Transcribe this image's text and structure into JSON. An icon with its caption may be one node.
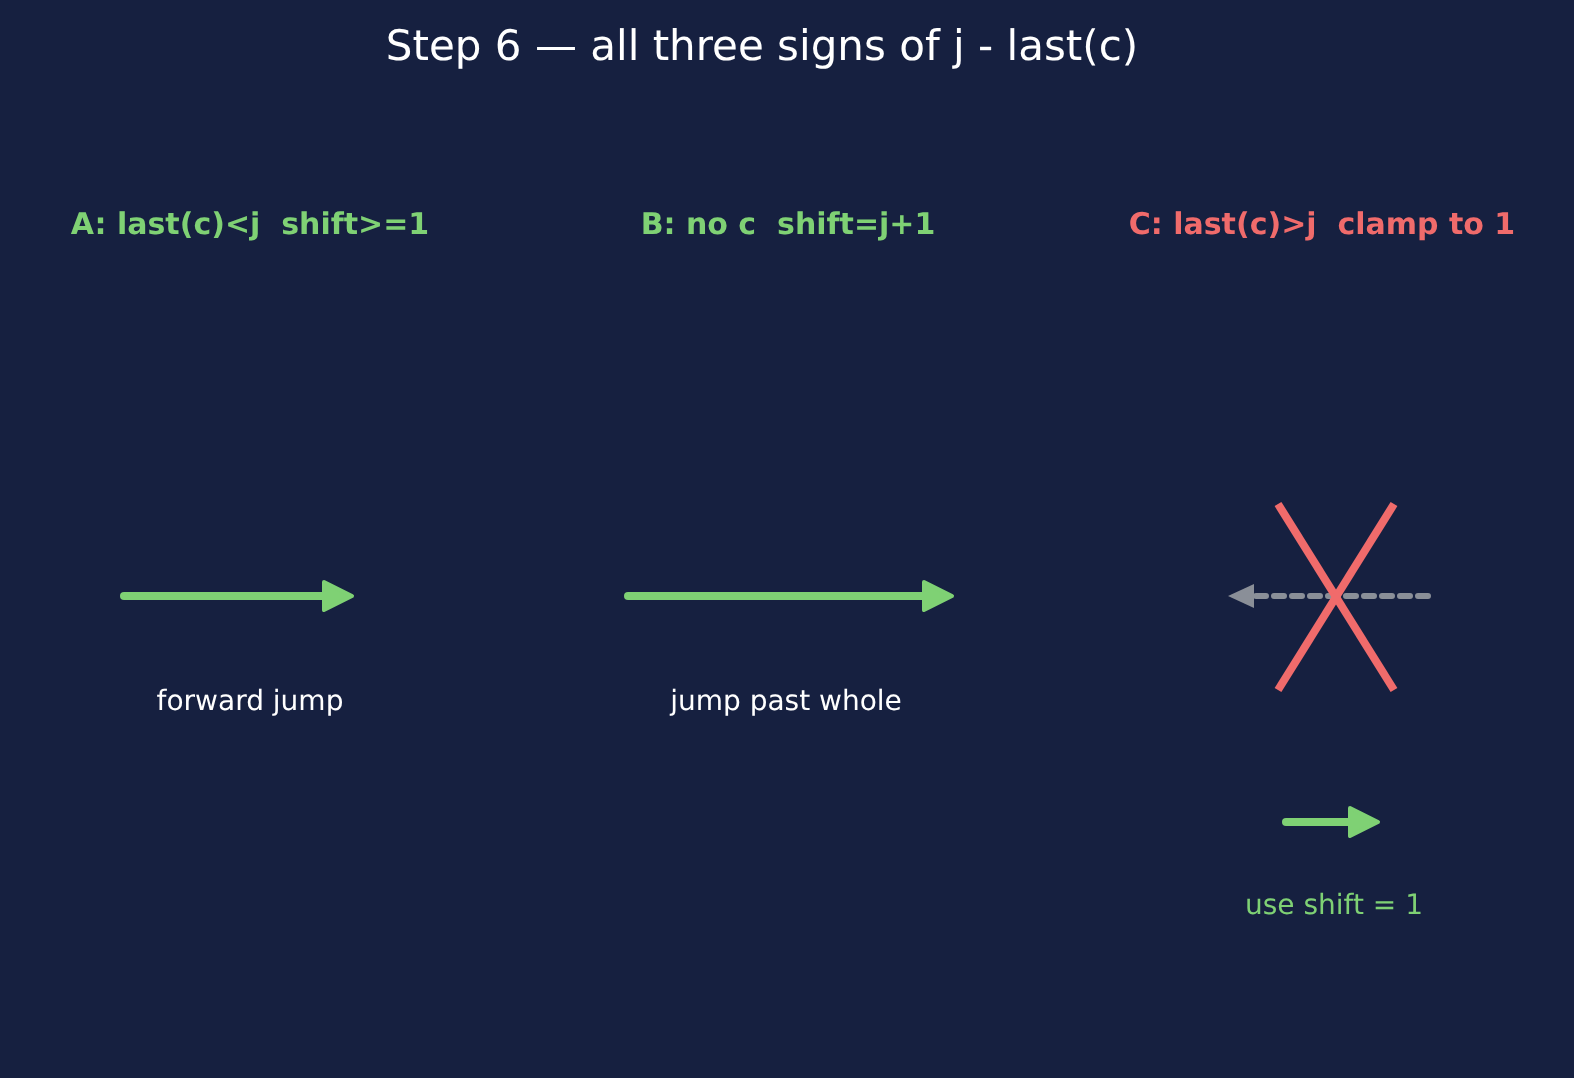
{
  "diagram": {
    "title": "Step 6 — all three signs of j - last(c)",
    "labels": [
      "A: last(c)<j  shift>=1",
      "B: no c  shift=j+1",
      "C: last(c)>j  clamp to 1",
      "forward jump",
      "jump past whole",
      "use shift = 1"
    ]
  }
}
